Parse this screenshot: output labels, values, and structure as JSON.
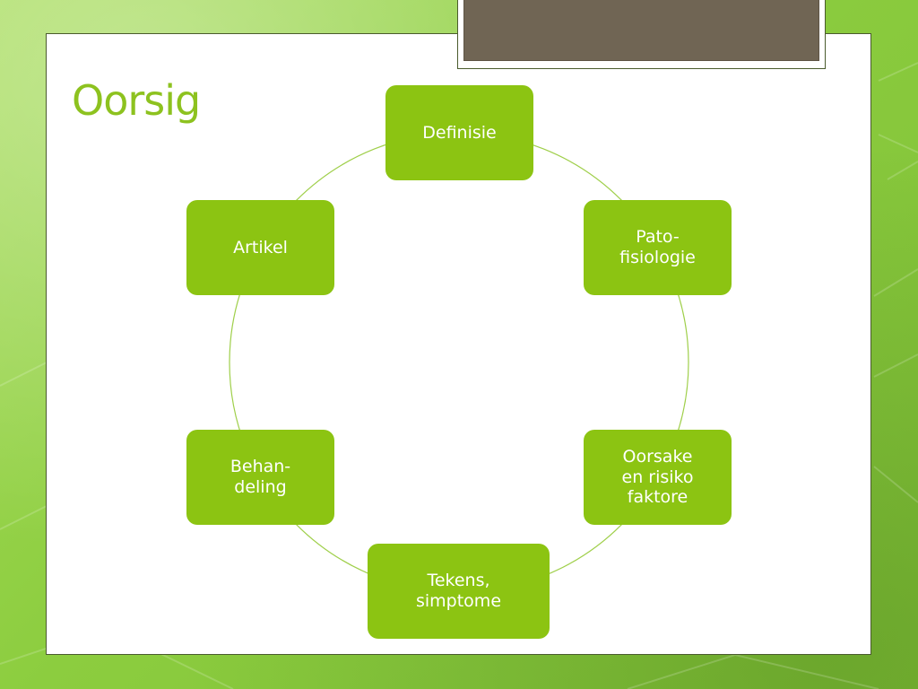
{
  "slide": {
    "title": "Oorsig"
  },
  "diagram": {
    "type": "cycle",
    "nodes": [
      {
        "lines": [
          "Definisie"
        ]
      },
      {
        "lines": [
          "Pato-",
          "fisiologie"
        ]
      },
      {
        "lines": [
          "Oorsake",
          "en risiko",
          "faktore"
        ]
      },
      {
        "lines": [
          "Tekens,",
          "simptome"
        ]
      },
      {
        "lines": [
          "Behan-",
          "deling"
        ]
      },
      {
        "lines": [
          "Artikel"
        ]
      }
    ]
  },
  "colors": {
    "background": "#8fcf3e",
    "title": "#8dc21f",
    "node_fill": "#8cc412",
    "node_text": "#ffffff",
    "cycle_line": "#9fcf4a",
    "tab_fill": "#706554"
  }
}
